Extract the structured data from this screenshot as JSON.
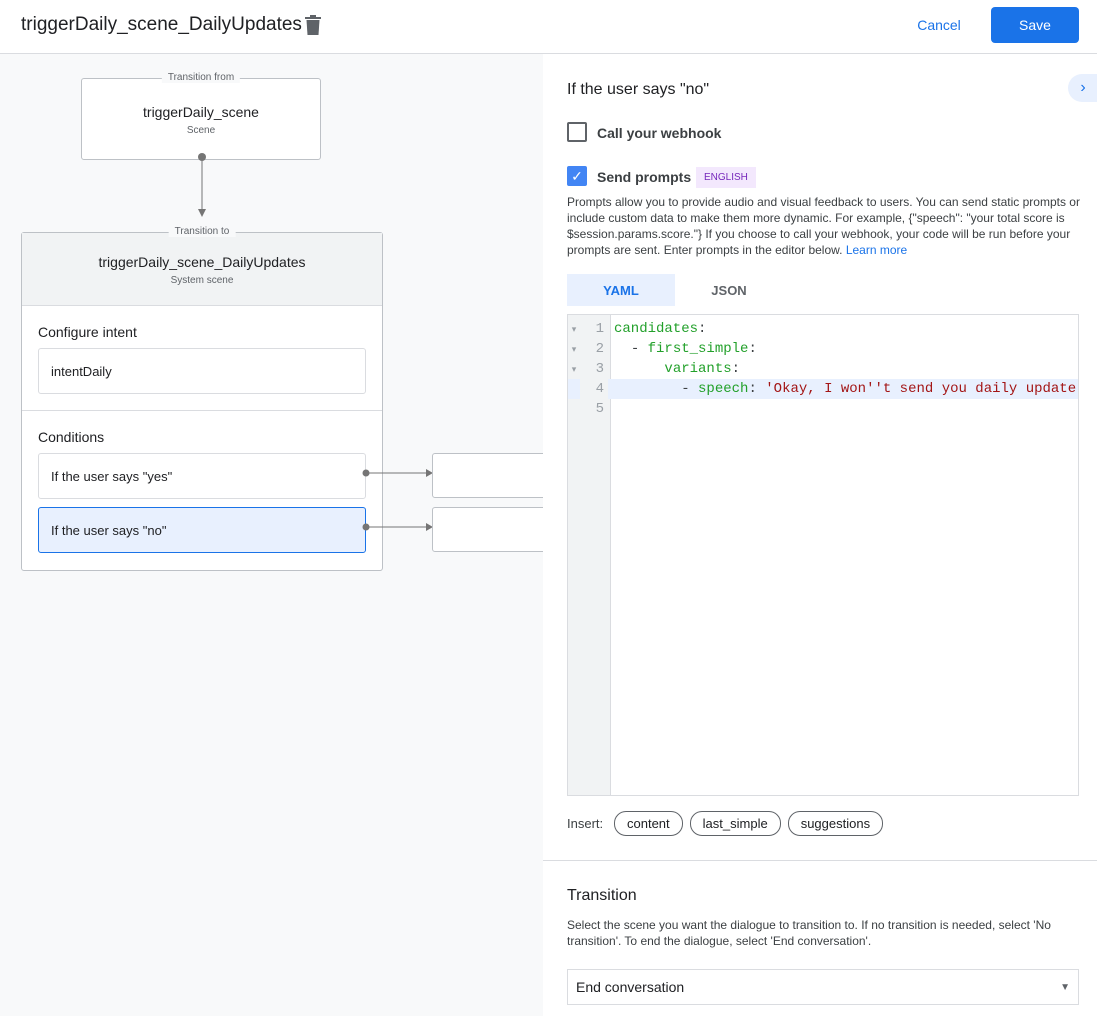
{
  "header": {
    "title": "triggerDaily_scene_DailyUpdates",
    "cancel_label": "Cancel",
    "save_label": "Save"
  },
  "canvas": {
    "from": {
      "legend": "Transition from",
      "name": "triggerDaily_scene",
      "type": "Scene"
    },
    "to": {
      "legend": "Transition to",
      "name": "triggerDaily_scene_DailyUpdates",
      "type": "System scene"
    },
    "intent_heading": "Configure intent",
    "intent": "intentDaily",
    "conditions_heading": "Conditions",
    "conditions": [
      {
        "label": "If the user says \"yes\""
      },
      {
        "label": "If the user says \"no\""
      }
    ]
  },
  "panel": {
    "heading": "If the user says \"no\"",
    "webhook_label": "Call your webhook",
    "webhook_checked": false,
    "prompts_label": "Send prompts",
    "prompts_checked": true,
    "language_badge": "ENGLISH",
    "description": "Prompts allow you to provide audio and visual feedback to users. You can send static prompts or include custom data to make them more dynamic. For example, {\"speech\": \"your total score is $session.params.score.\"} If you choose to call your webhook, your code will be run before your prompts are sent. Enter prompts in the editor below.",
    "learn_more": "Learn more",
    "tabs": [
      {
        "label": "YAML",
        "active": true
      },
      {
        "label": "JSON",
        "active": false
      }
    ],
    "code_lines": [
      {
        "n": "1",
        "key": "candidates",
        "indent": "",
        "dash": "",
        "val": ""
      },
      {
        "n": "2",
        "key": "first_simple",
        "indent": "  ",
        "dash": "- ",
        "val": ""
      },
      {
        "n": "3",
        "key": "variants",
        "indent": "      ",
        "dash": "",
        "val": ""
      },
      {
        "n": "4",
        "key": "speech",
        "indent": "        ",
        "dash": "- ",
        "val": " 'Okay, I won''t send you daily update"
      },
      {
        "n": "5",
        "key": "",
        "indent": "",
        "dash": "",
        "val": ""
      }
    ],
    "insert_label": "Insert:",
    "insert_chips": [
      "content",
      "last_simple",
      "suggestions"
    ],
    "transition_heading": "Transition",
    "transition_desc": "Select the scene you want the dialogue to transition to. If no transition is needed, select 'No transition'. To end the dialogue, select 'End conversation'.",
    "transition_value": "End conversation"
  },
  "colors": {
    "accent": "#1a73e8",
    "yaml_key": "#22a02a",
    "yaml_string": "#a31515",
    "badge_bg": "#f3e8fd",
    "badge_text": "#7627bb"
  }
}
